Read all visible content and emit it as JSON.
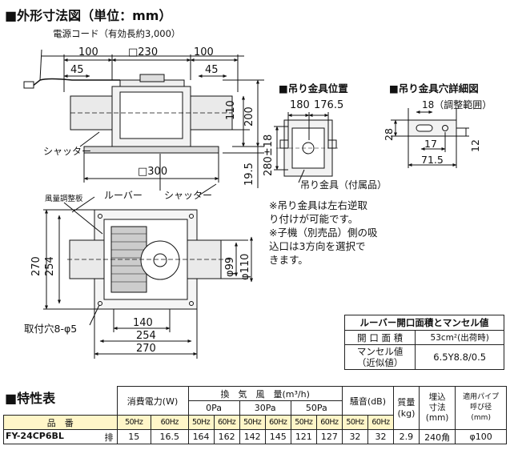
{
  "outline_title": "■外形寸法図（単位：mm）",
  "power_cord": "電源コード（有効長約3,000）",
  "top_dims": {
    "left": "100",
    "center": "□230",
    "right": "100",
    "left_small": "45",
    "right_small": "45"
  },
  "side_dims": {
    "d110": "110",
    "d200": "200",
    "d195": "19.5"
  },
  "dim_300": "□300",
  "shutter_left": "シャッター",
  "shutter_right": "シャッター",
  "louver": "ルーバー",
  "damper": "風量調整板",
  "plan_dims": {
    "h270": "270",
    "h254": "254",
    "d99": "φ99",
    "d110": "φ110",
    "b140": "140",
    "b254": "254",
    "b270": "270"
  },
  "mount_holes": "取付穴8-φ5",
  "hanger_pos": {
    "title": "■吊り金具位置",
    "d180": "180",
    "d1765": "176.5",
    "d280": "280±18",
    "label": "吊り金具（付属品）"
  },
  "hanger_detail": {
    "title": "■吊り金具穴詳細図",
    "d18": "18（調整範囲）",
    "d28": "28",
    "d17": "17",
    "d12": "12",
    "d715": "71.5"
  },
  "notes": [
    "※吊り金具は左右逆取\nり付けが可能です。",
    "※子機（別売品）側の吸\n込口は3方向を選択で\nきます。"
  ],
  "manometer": {
    "title": "ルーバー開口面積とマンセル値",
    "rows": [
      {
        "label": "開 口 面 積",
        "value": "53cm²(出荷時)"
      },
      {
        "label": "マンセル値\n（近似値）",
        "value": "6.5Y8.8/0.5"
      }
    ]
  },
  "spec_title": "■特性表",
  "spec": {
    "power": "消費電力(W)",
    "airflow": "換　気　風　量(m³/h)",
    "p0": "0Pa",
    "p30": "30Pa",
    "p50": "50Pa",
    "noise": "騒音(dB)",
    "mass": "質量\n(kg)",
    "embed": "埋込\n寸法\n(mm)",
    "pipe": "適用パイプ\n呼び径\n(mm)",
    "model_label": "品　番",
    "hz50": "50Hz",
    "hz60": "60Hz",
    "row": {
      "model": "FY-24CP6BL",
      "type": "排",
      "values": [
        "15",
        "16.5",
        "164",
        "162",
        "142",
        "145",
        "121",
        "127",
        "32",
        "32"
      ],
      "mass": "2.9",
      "embed": "240角",
      "pipe": "φ100"
    }
  }
}
